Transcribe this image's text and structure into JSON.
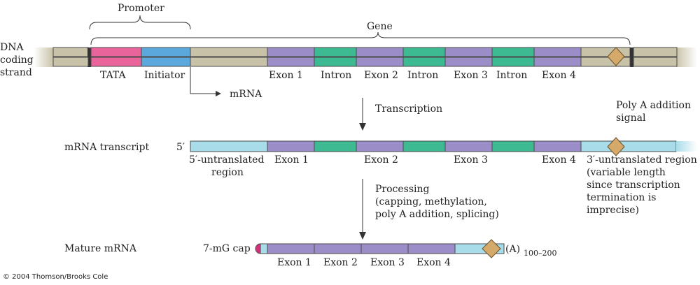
{
  "labels": {
    "dna": [
      "DNA",
      "coding",
      "strand"
    ],
    "promoter": "Promoter",
    "gene": "Gene",
    "tata": "TATA",
    "initiator": "Initiator",
    "exon1": "Exon 1",
    "intron1": "Intron",
    "exon2": "Exon 2",
    "intron2": "Intron",
    "exon3": "Exon 3",
    "intron3": "Intron",
    "exon4": "Exon 4",
    "mrna_arrow": "mRNA",
    "transcription": "Transcription",
    "polya_signal": [
      "Poly A addition",
      "signal"
    ],
    "mrna_transcript": "mRNA transcript",
    "five_prime": "5′",
    "utr5": [
      "5′-untranslated",
      "region"
    ],
    "t_exon1": "Exon 1",
    "t_exon2": "Exon 2",
    "t_exon3": "Exon 3",
    "t_exon4": "Exon 4",
    "utr3": [
      "3′-untranslated region",
      "(variable length",
      "since transcription",
      "termination is",
      "imprecise)"
    ],
    "processing": [
      "Processing",
      "(capping, methylation,",
      "poly A addition, splicing)"
    ],
    "mature_mrna": "Mature mRNA",
    "cap": "7-mG cap",
    "m_exon1": "Exon 1",
    "m_exon2": "Exon 2",
    "m_exon3": "Exon 3",
    "m_exon4": "Exon 4",
    "polya_tail": "(A)",
    "polya_len": "100–200",
    "copyright": "© 2004 Thomson/Brooks Cole"
  },
  "colors": {
    "tata": "#e8649a",
    "initiator": "#5aa8dc",
    "exon": "#9b8ec8",
    "intron": "#3dba92",
    "flank": "#c8c3a8",
    "utr": "#a8dce8",
    "diamond": "#d4a96a",
    "cap": "#d6317a"
  }
}
